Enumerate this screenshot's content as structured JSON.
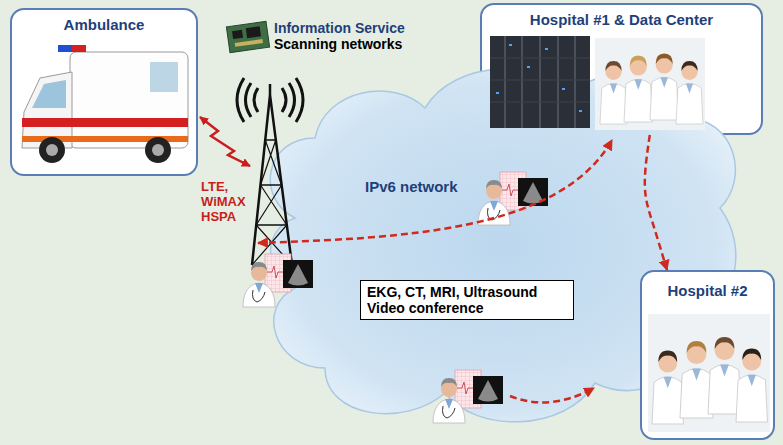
{
  "diagram": {
    "nodes": [
      {
        "text": [
          "Ambulance"
        ]
      },
      {
        "text": [
          "Information Service",
          "Scanning networks"
        ]
      },
      {
        "text": [
          "Hospital #1 & Data Center"
        ]
      },
      {
        "text": [
          "IPv6 network"
        ]
      },
      {
        "text": [
          "EKG, CT, MRI, Ultrasound Video conference"
        ],
        "in": 3
      },
      {
        "text": [
          "Hospital #2"
        ]
      }
    ],
    "edges": [
      {
        "from": 2,
        "to": 5,
        "arrow": "to"
      }
    ],
    "labels": [
      "LTE, WiMAX HSPA"
    ]
  }
}
